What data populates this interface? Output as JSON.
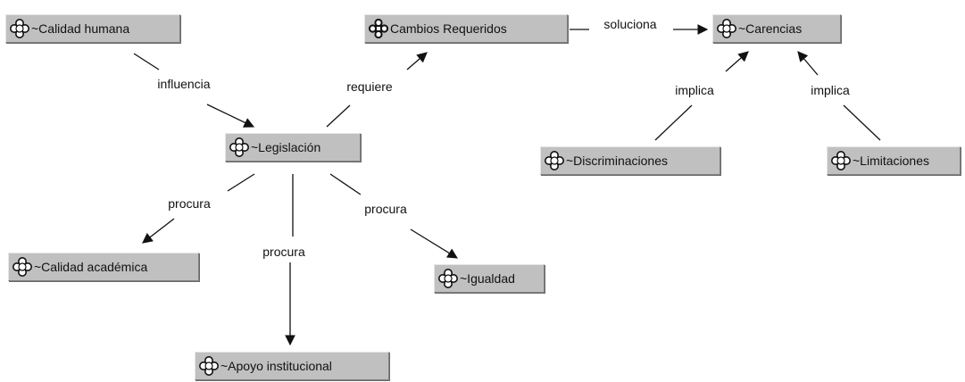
{
  "colors": {
    "node_fill": "#c0c0c0",
    "line": "#111111"
  },
  "nodes": {
    "calidad_humana": {
      "label": "~Calidad humana",
      "icon": "flower-icon"
    },
    "cambios": {
      "label": "Cambios Requeridos",
      "icon": "gear-flower-icon"
    },
    "carencias": {
      "label": "~Carencias",
      "icon": "flower-icon"
    },
    "legislacion": {
      "label": "~Legislación",
      "icon": "flower-icon"
    },
    "discriminaciones": {
      "label": "~Discriminaciones",
      "icon": "flower-icon"
    },
    "limitaciones": {
      "label": "~Limitaciones",
      "icon": "flower-icon"
    },
    "calidad_academica": {
      "label": "~Calidad académica",
      "icon": "flower-icon"
    },
    "igualdad": {
      "label": "~Igualdad",
      "icon": "flower-icon"
    },
    "apoyo": {
      "label": "~Apoyo institucional",
      "icon": "flower-icon"
    }
  },
  "links": {
    "influencia": "influencia",
    "requiere": "requiere",
    "soluciona": "soluciona",
    "implica_1": "implica",
    "implica_2": "implica",
    "procura_1": "procura",
    "procura_2": "procura",
    "procura_3": "procura"
  }
}
